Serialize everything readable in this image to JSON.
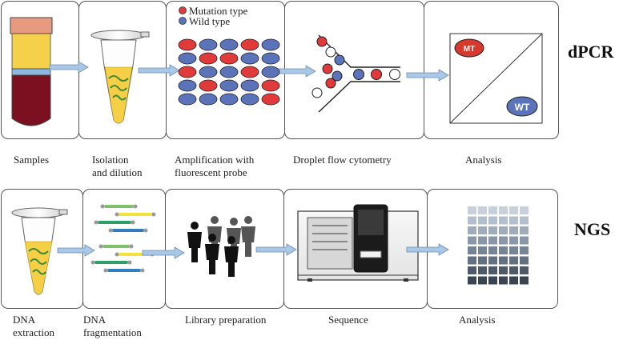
{
  "rows": {
    "dpcr": {
      "title": "dPCR",
      "steps": [
        "Samples",
        "Isolation\nand dilution",
        "Amplification with\nfluorescent probe",
        "Droplet flow cytometry",
        "Analysis"
      ],
      "legend": {
        "mutation": "Mutation type",
        "wild": "Wild type"
      },
      "analysis_badges": {
        "mt": "MT",
        "wt": "WT"
      }
    },
    "ngs": {
      "title": "NGS",
      "steps": [
        "DNA\nextraction",
        "DNA\nfragmentation",
        "Library preparation",
        "Sequence",
        "Analysis"
      ]
    }
  },
  "colors": {
    "mutation": "#e03a3a",
    "wild": "#5b73b8",
    "arrow": "#a9c7e6",
    "tube_blood": "#7a1020",
    "tube_yellow": "#f5d04a",
    "tube_blue": "#8ab8e0",
    "tube_cap": "#e89a80"
  },
  "icons": [
    "blood-sample-tube",
    "eppendorf-tube",
    "droplet-grid",
    "droplet-channel",
    "scatter-analysis",
    "dna-fragments",
    "people-library",
    "sequencer-machine",
    "heatmap-analysis"
  ]
}
